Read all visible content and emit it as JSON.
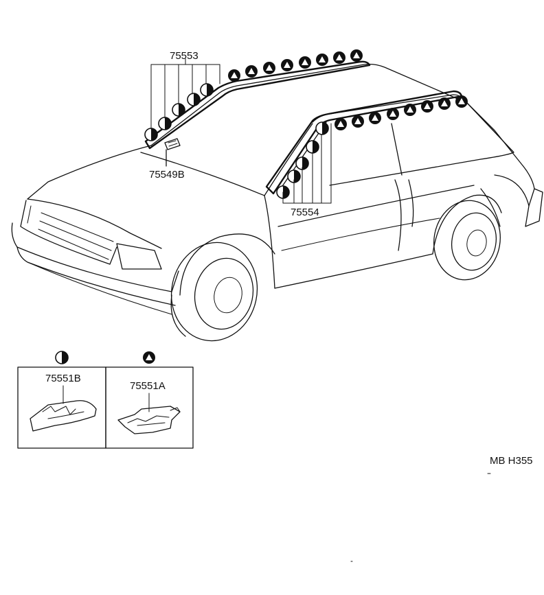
{
  "labels": {
    "part_75553": "75553",
    "part_75549B": "75549B",
    "part_75554": "75554",
    "part_75551B": "75551B",
    "part_75551A": "75551A",
    "drawing_code": "MB  H355"
  },
  "legend": [
    {
      "symbol": "half-circle-icon",
      "part": "75551B"
    },
    {
      "symbol": "triangle-circle-icon",
      "part": "75551A"
    }
  ],
  "colors": {
    "ink": "#111111",
    "paper": "#ffffff"
  }
}
